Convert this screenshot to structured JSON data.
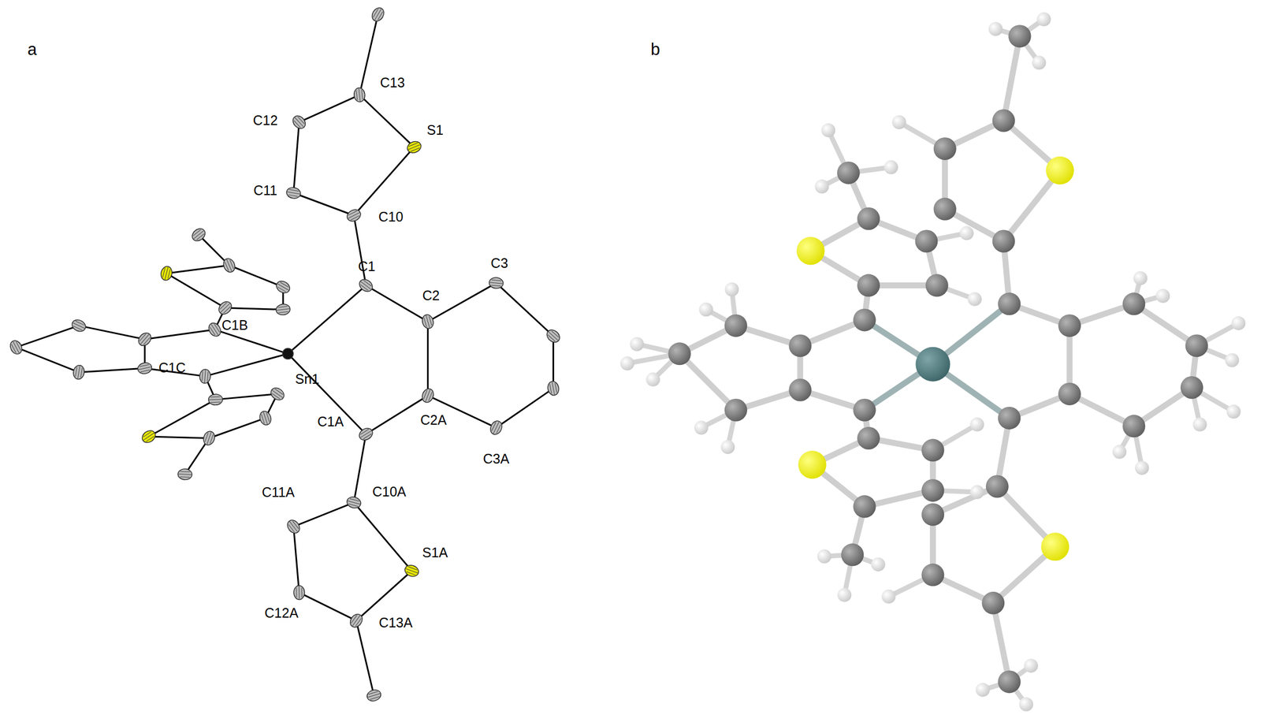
{
  "diagram": {
    "labels": [
      "a",
      "C13",
      "C12",
      "S1",
      "C11",
      "C10",
      "C1",
      "C3",
      "C2",
      "C1B",
      "Sn1",
      "C1C",
      "C2A",
      "C1A",
      "C3A",
      "C11A",
      "C10A",
      "S1A",
      "C12A",
      "C13A",
      "b"
    ]
  }
}
